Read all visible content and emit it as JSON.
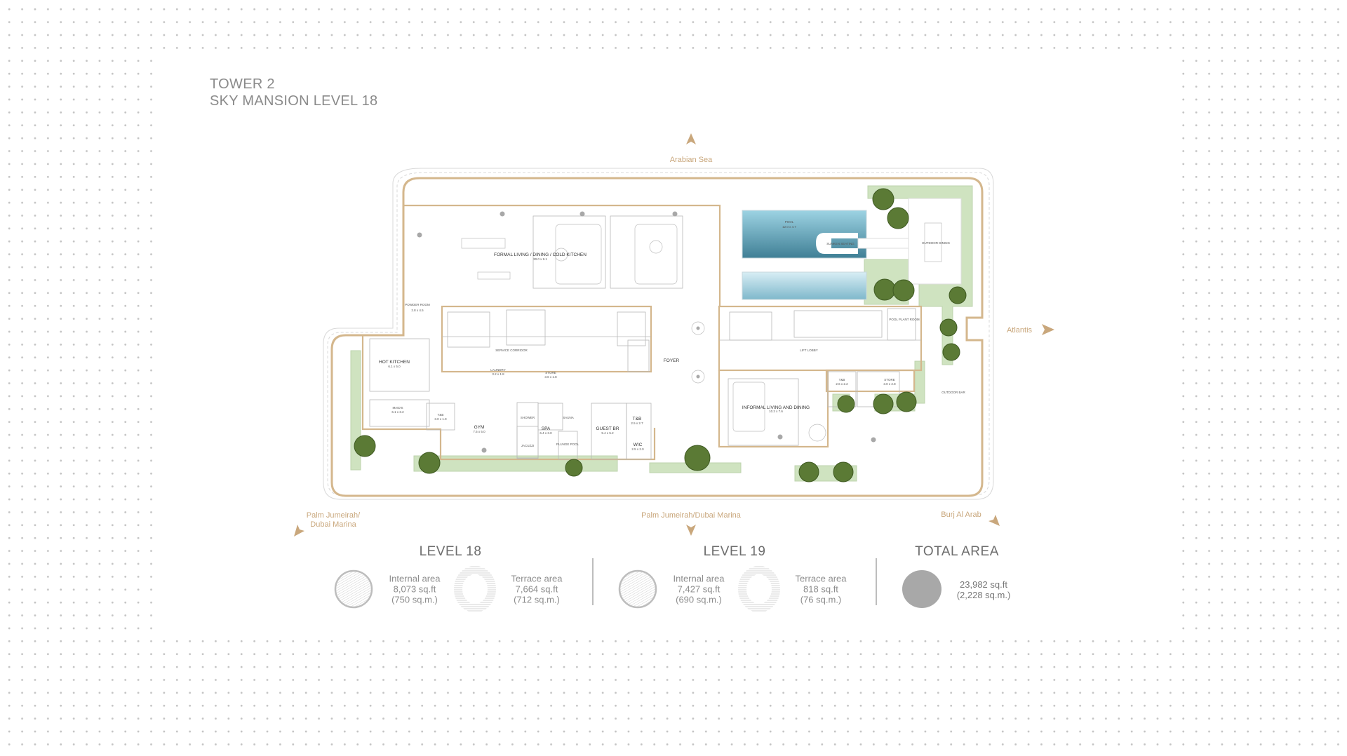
{
  "title": {
    "line1": "TOWER 2",
    "line2": "SKY MANSION LEVEL 18"
  },
  "compass": {
    "north": "Arabian Sea",
    "east": "Atlantis",
    "south": "Palm Jumeirah/Dubai Marina",
    "southwest_line1": "Palm Jumeirah/",
    "southwest_line2": "Dubai Marina",
    "southeast": "Burj Al Arab"
  },
  "rooms": {
    "formal_living": {
      "name": "FORMAL LIVING / DINING / COLD KITCHEN",
      "dim": "30.0 x 9.1"
    },
    "powder": {
      "name": "POWDER ROOM",
      "dim": "2.8 x 4.5"
    },
    "hot_kitchen": {
      "name": "HOT KITCHEN",
      "dim": "6.1 x 5.0"
    },
    "service_corridor": {
      "name": "SERVICE CORRIDOR"
    },
    "laundry": {
      "name": "LAUNDRY",
      "dim": "3.2 x 1.8"
    },
    "store1": {
      "name": "STORE",
      "dim": "3.6 x 1.8"
    },
    "foyer": {
      "name": "FOYER"
    },
    "maids": {
      "name": "MAID'S",
      "dim": "6.1 x 3.2"
    },
    "tb1": {
      "name": "T&B",
      "dim": "3.0 x 1.9"
    },
    "gym": {
      "name": "GYM",
      "dim": "7.5 x 5.0"
    },
    "shower": {
      "name": "SHOWER"
    },
    "sauna": {
      "name": "SAUNA"
    },
    "spa": {
      "name": "SPA",
      "dim": "6.4 x 3.0"
    },
    "jacuzzi": {
      "name": "JACUZZI"
    },
    "plunge": {
      "name": "PLUNGE POOL"
    },
    "guest_br": {
      "name": "GUEST BR",
      "dim": "5.4 x 5.2"
    },
    "tb2": {
      "name": "T&B",
      "dim": "2.5 x 2.7"
    },
    "wic": {
      "name": "WIC",
      "dim": "2.5 x 2.0"
    },
    "pool": {
      "name": "POOL",
      "dim": "12.0 x 4.7"
    },
    "sunken": {
      "name": "SUNKEN SEATING"
    },
    "outdoor_dining": {
      "name": "OUTDOOR DINING"
    },
    "pool_plant": {
      "name": "POOL PLANT ROOM"
    },
    "lift_lobby": {
      "name": "LIFT LOBBY"
    },
    "tb3": {
      "name": "T&B",
      "dim": "2.6 x 2.2"
    },
    "store2": {
      "name": "STORE",
      "dim": "3.0 x 2.8"
    },
    "outdoor_bar": {
      "name": "OUTDOOR BAR"
    },
    "informal": {
      "name": "INFORMAL LIVING AND DINING",
      "dim": "10.2 x 7.6"
    }
  },
  "legend": {
    "level18": {
      "heading": "LEVEL 18",
      "internal": {
        "label": "Internal area",
        "sqft": "8,073 sq.ft",
        "sqm": "(750 sq.m.)"
      },
      "terrace": {
        "label": "Terrace area",
        "sqft": "7,664 sq.ft",
        "sqm": "(712 sq.m.)"
      }
    },
    "level19": {
      "heading": "LEVEL 19",
      "internal": {
        "label": "Internal area",
        "sqft": "7,427 sq.ft",
        "sqm": "(690 sq.m.)"
      },
      "terrace": {
        "label": "Terrace area",
        "sqft": "818 sq.ft",
        "sqm": "(76 sq.m.)"
      }
    },
    "total": {
      "heading": "TOTAL AREA",
      "sqft": "23,982 sq.ft",
      "sqm": "(2,228 sq.m.)"
    }
  },
  "colors": {
    "gold": "#c9a77c",
    "wall": "#d4b78d",
    "green": "#cfe3c0",
    "tree": "#5b7a35",
    "pool": "#5f9fb3",
    "gray": "#a8a8a8"
  }
}
